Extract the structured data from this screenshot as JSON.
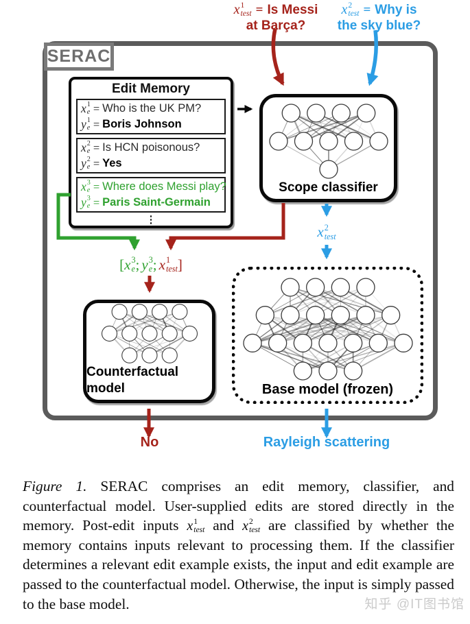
{
  "colors": {
    "red": "#a5231b",
    "blue": "#2b9de4",
    "green": "#2fa12f"
  },
  "top_inputs": {
    "red": {
      "math": {
        "base": "x",
        "sup": "1",
        "sub": "test"
      },
      "eq": "=",
      "line1": "Is Messi",
      "line2": "at Barça?"
    },
    "blue": {
      "math": {
        "base": "x",
        "sup": "2",
        "sub": "test"
      },
      "eq": "=",
      "line1": "Why is",
      "line2": "the sky blue?"
    }
  },
  "frame": {
    "label": "SERAC"
  },
  "edit_memory": {
    "title": "Edit Memory",
    "entries": [
      {
        "x": {
          "base": "x",
          "sup": "1",
          "sub": "e"
        },
        "eq": "=",
        "question": "Who is the UK PM?",
        "y": {
          "base": "y",
          "sup": "1",
          "sub": "e"
        },
        "answer": "Boris Johnson"
      },
      {
        "x": {
          "base": "x",
          "sup": "2",
          "sub": "e"
        },
        "eq": "=",
        "question": "Is HCN poisonous?",
        "y": {
          "base": "y",
          "sup": "2",
          "sub": "e"
        },
        "answer": "Yes"
      },
      {
        "x": {
          "base": "x",
          "sup": "3",
          "sub": "e"
        },
        "eq": "=",
        "question": "Where does Messi play?",
        "y": {
          "base": "y",
          "sup": "3",
          "sub": "e"
        },
        "answer": "Paris Saint-Germain"
      }
    ],
    "ellipsis": "⋮"
  },
  "scope_classifier": {
    "label": "Scope classifier"
  },
  "counterfactual_model": {
    "label": "Counterfactual model"
  },
  "base_model": {
    "label": "Base model (frozen)"
  },
  "concat_label": {
    "open": "[",
    "m1": {
      "base": "x",
      "sup": "3",
      "sub": "e"
    },
    "sep1": ";",
    "m2": {
      "base": "y",
      "sup": "3",
      "sub": "e"
    },
    "sep2": ";",
    "m3": {
      "base": "x",
      "sup": "1",
      "sub": "test"
    },
    "close": "]"
  },
  "routed_input": {
    "base": "x",
    "sup": "2",
    "sub": "test"
  },
  "outputs": {
    "counterfactual": "No",
    "base": "Rayleigh scattering"
  },
  "caption": {
    "figure_label": "Figure 1.",
    "seg1": " SERAC comprises an edit memory, classifier, and counterfactual model.  User-supplied edits are stored directly in the memory. Post-edit inputs ",
    "math1": {
      "base": "x",
      "sup": "1",
      "sub": "test"
    },
    "seg2": " and ",
    "math2": {
      "base": "x",
      "sup": "2",
      "sub": "test"
    },
    "seg3": " are classified by whether the memory contains inputs relevant to processing them.  If the classifier determines a relevant edit example exists, the input and edit example are passed to the counterfactual model. Otherwise, the input is simply passed to the base model."
  },
  "watermark": "知乎 @IT图书馆"
}
